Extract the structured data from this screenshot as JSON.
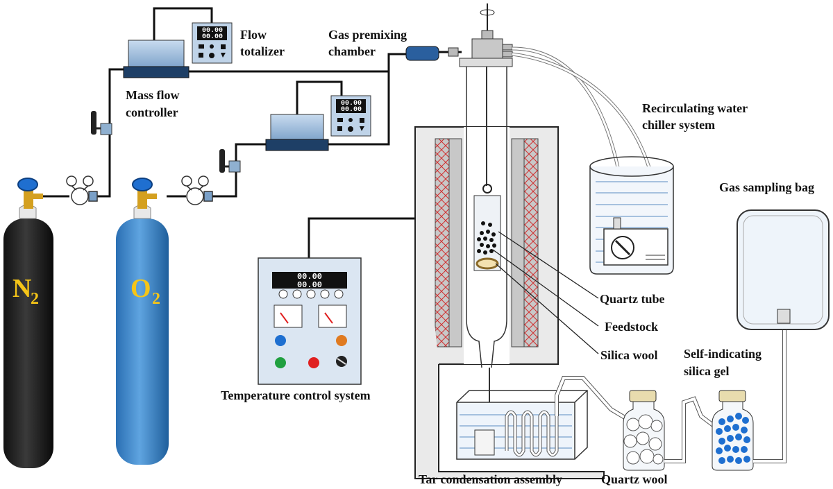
{
  "labels": {
    "flow_totalizer_line1": "Flow",
    "flow_totalizer_line2": "totalizer",
    "gas_premixing_line1": "Gas premixing",
    "gas_premixing_line2": "chamber",
    "mass_flow_controller_line1": "Mass flow",
    "mass_flow_controller_line2": "controller",
    "chiller_line1": "Recirculating water",
    "chiller_line2": "chiller system",
    "gas_sampling_bag": "Gas sampling bag",
    "quartz_tube": "Quartz tube",
    "feedstock": "Feedstock",
    "silica_wool": "Silica wool",
    "silica_gel_line1": "Self-indicating",
    "silica_gel_line2": "silica gel",
    "temperature_control": "Temperature control system",
    "tar_condensation": "Tar condensation assembly",
    "quartz_wool": "Quartz wool"
  },
  "cylinders": {
    "n2": {
      "symbol": "N",
      "subscript": "2",
      "color": "#1a1a1a"
    },
    "o2": {
      "symbol": "O",
      "subscript": "2",
      "color": "#3f86c8"
    }
  },
  "instruments": {
    "n2_totalizer": {
      "line1": "00.00",
      "line2": "00.00"
    },
    "o2_totalizer": {
      "line1": "00.00",
      "line2": "00.00"
    },
    "temperature_controller": {
      "line1": "00.00",
      "line2": "00.00"
    }
  },
  "colors": {
    "label_yellow": "#f5c518",
    "heater_coil": "#d03030",
    "silica_gel_blue": "#1e6fd0"
  }
}
